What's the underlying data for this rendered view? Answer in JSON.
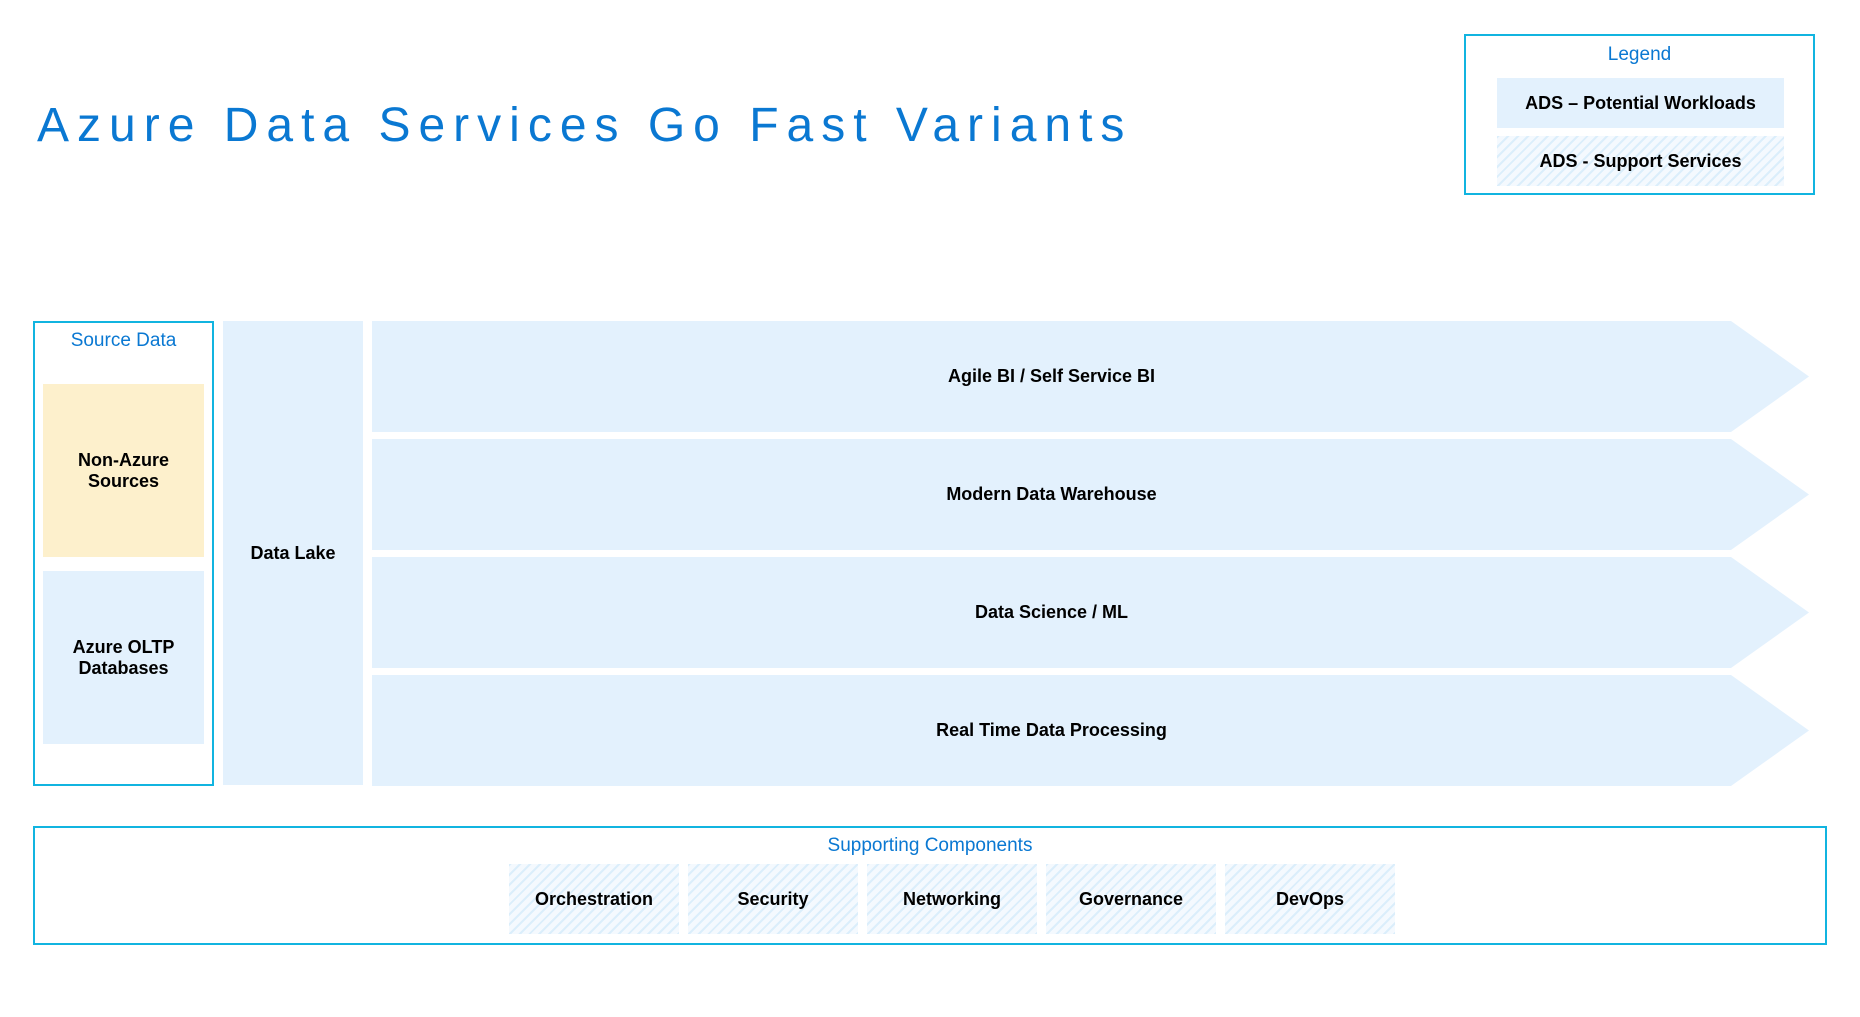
{
  "title": "Azure Data Services Go Fast Variants",
  "legend": {
    "title": "Legend",
    "workloads_label": "ADS – Potential Workloads",
    "support_label": "ADS - Support Services"
  },
  "source_data": {
    "title": "Source Data",
    "items": [
      "Non-Azure\nSources",
      "Azure OLTP\nDatabases"
    ]
  },
  "data_lake": "Data Lake",
  "workloads": [
    "Agile BI / Self Service BI",
    "Modern Data Warehouse",
    "Data Science / ML",
    "Real Time Data Processing"
  ],
  "supporting": {
    "title": "Supporting Components",
    "items": [
      "Orchestration",
      "Security",
      "Networking",
      "Governance",
      "DevOps"
    ]
  },
  "colors": {
    "accent_blue": "#0a78d2",
    "border_cyan": "#11b4e0",
    "workload_fill": "#e3f1fd",
    "non_azure_fill": "#fdf0cc"
  }
}
